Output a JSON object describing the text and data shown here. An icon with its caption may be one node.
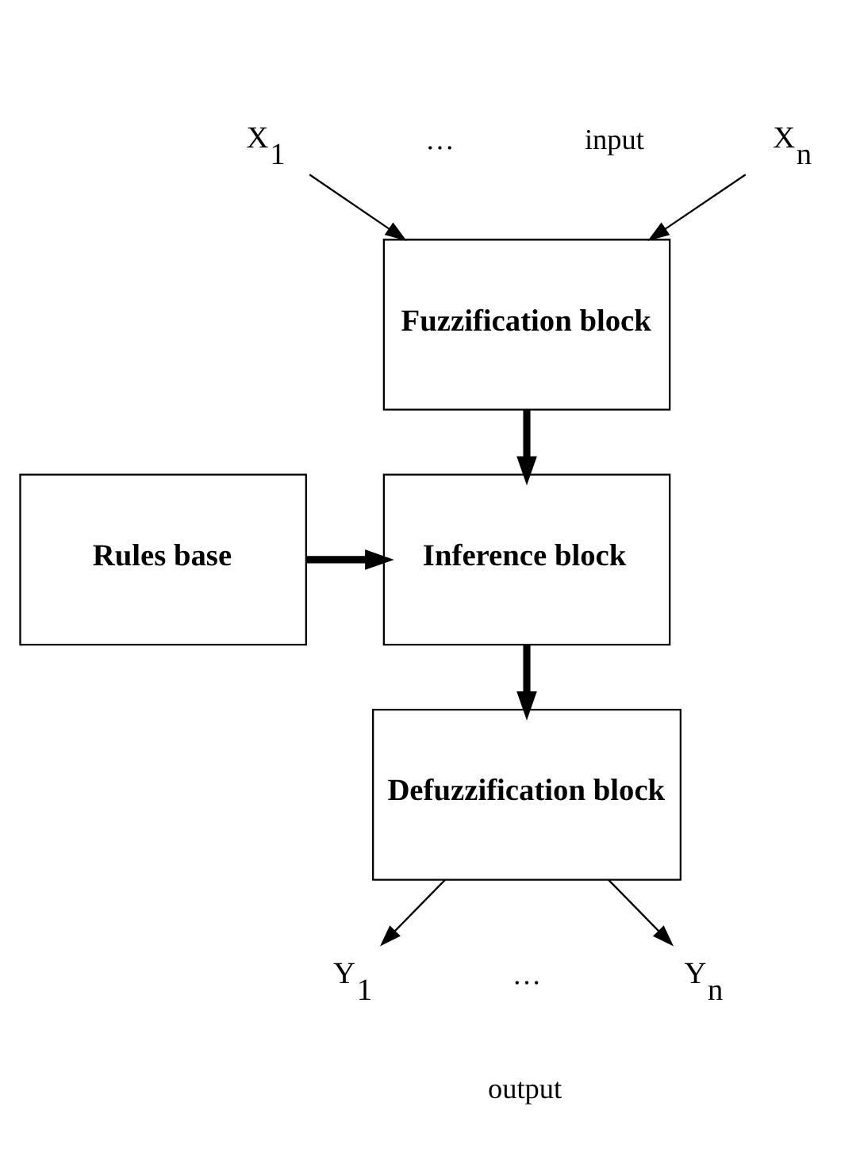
{
  "diagram": {
    "nodes": [
      {
        "text": [
          "X$_{1}$"
        ]
      },
      {
        "text": [
          "X$_{n}$"
        ]
      },
      {
        "text": [
          "Fuzzification block"
        ]
      },
      {
        "text": [
          "Rules base"
        ]
      },
      {
        "text": [
          "Inference block"
        ]
      },
      {
        "text": [
          "Defuzzification block"
        ]
      },
      {
        "text": [
          "Y$_{1}$"
        ]
      },
      {
        "text": [
          "Y$_{n}$"
        ]
      }
    ],
    "edges": [
      {
        "from": 0,
        "to": 2,
        "arrow": "to"
      },
      {
        "from": 1,
        "to": 2,
        "arrow": "to"
      },
      {
        "from": 2,
        "to": 4,
        "arrow": "to",
        "style": "thick"
      },
      {
        "from": 3,
        "to": 4,
        "arrow": "to",
        "style": "thick"
      },
      {
        "from": 4,
        "to": 5,
        "arrow": "to",
        "style": "thick"
      },
      {
        "from": 5,
        "to": 6,
        "arrow": "to"
      },
      {
        "from": 5,
        "to": 7,
        "arrow": "to"
      }
    ],
    "labels": [
      "…",
      "input",
      "…",
      "output"
    ]
  }
}
